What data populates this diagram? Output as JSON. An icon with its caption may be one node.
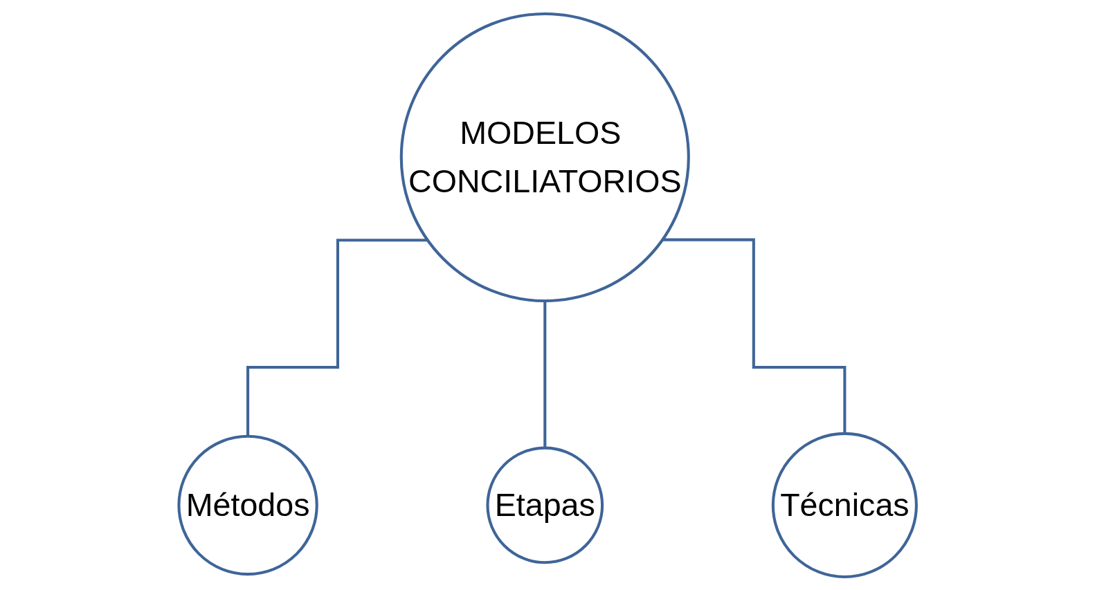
{
  "diagram": {
    "nodes": [
      {
        "text": [
          "MODELOS CONCILIATORIOS"
        ]
      },
      {
        "text": [
          "Métodos"
        ]
      },
      {
        "text": [
          "Etapas"
        ]
      },
      {
        "text": [
          "Técnicas"
        ]
      }
    ],
    "edges": [
      {
        "from": 0,
        "to": 1,
        "arrow": "none"
      },
      {
        "from": 0,
        "to": 2,
        "arrow": "none"
      },
      {
        "from": 0,
        "to": 3,
        "arrow": "none"
      }
    ]
  }
}
